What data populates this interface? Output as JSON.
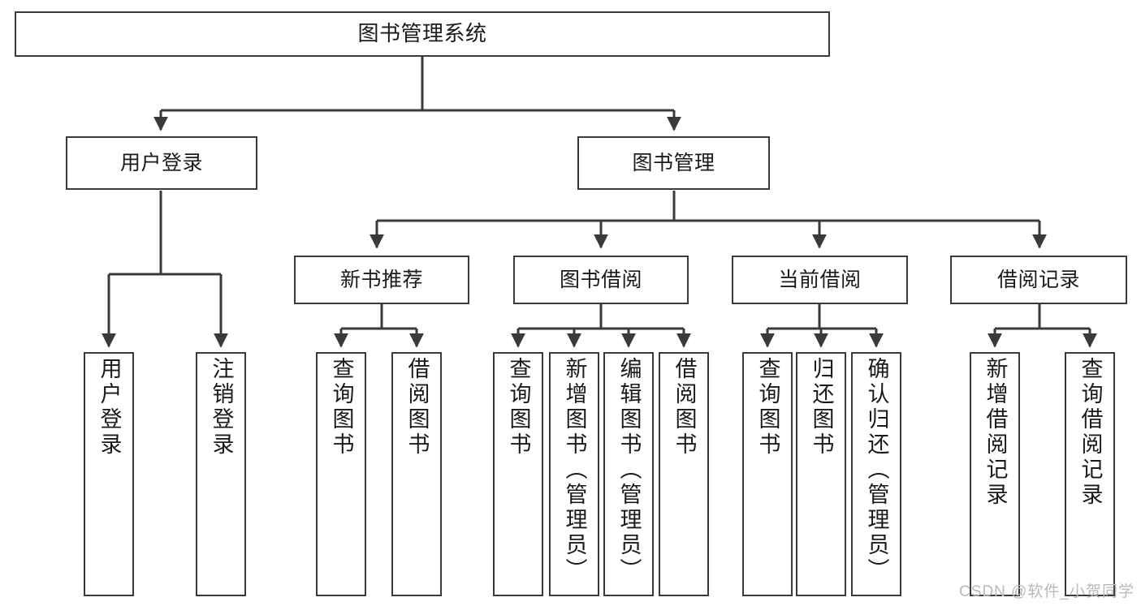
{
  "diagram": {
    "title": "图书管理系统",
    "type": "hierarchical-tree",
    "watermark": "CSDN @软件_小贺同学",
    "colors": {
      "box_border": "#3a3a3a",
      "box_fill": "#ffffff",
      "connector": "#3a3a3a",
      "text": "#1a1a1a",
      "watermark": "#b9b9b9"
    },
    "levels": {
      "root": {
        "label": "图书管理系统"
      },
      "level2": [
        {
          "id": "user-login",
          "label": "用户登录"
        },
        {
          "id": "book-management",
          "label": "图书管理"
        }
      ],
      "level3": [
        {
          "id": "new-book-recommend",
          "label": "新书推荐"
        },
        {
          "id": "book-borrow",
          "label": "图书借阅"
        },
        {
          "id": "current-borrow",
          "label": "当前借阅"
        },
        {
          "id": "borrow-record",
          "label": "借阅记录"
        }
      ],
      "leaves": {
        "user-login": [
          {
            "id": "leaf-user-login",
            "label": "用户登录"
          },
          {
            "id": "leaf-user-logout",
            "label": "注销登录"
          }
        ],
        "new-book-recommend": [
          {
            "id": "leaf-query-book-1",
            "label": "查询图书"
          },
          {
            "id": "leaf-borrow-book-1",
            "label": "借阅图书"
          }
        ],
        "book-borrow": [
          {
            "id": "leaf-query-book-2",
            "label": "查询图书"
          },
          {
            "id": "leaf-add-book",
            "label": "新增图书（管理员）"
          },
          {
            "id": "leaf-edit-book",
            "label": "编辑图书（管理员）"
          },
          {
            "id": "leaf-borrow-book-2",
            "label": "借阅图书"
          }
        ],
        "current-borrow": [
          {
            "id": "leaf-query-book-3",
            "label": "查询图书"
          },
          {
            "id": "leaf-return-book",
            "label": "归还图书"
          },
          {
            "id": "leaf-confirm-return",
            "label": "确认归还（管理员）"
          }
        ],
        "borrow-record": [
          {
            "id": "leaf-add-record",
            "label": "新增借阅记录"
          },
          {
            "id": "leaf-query-record",
            "label": "查询借阅记录"
          }
        ]
      }
    }
  }
}
